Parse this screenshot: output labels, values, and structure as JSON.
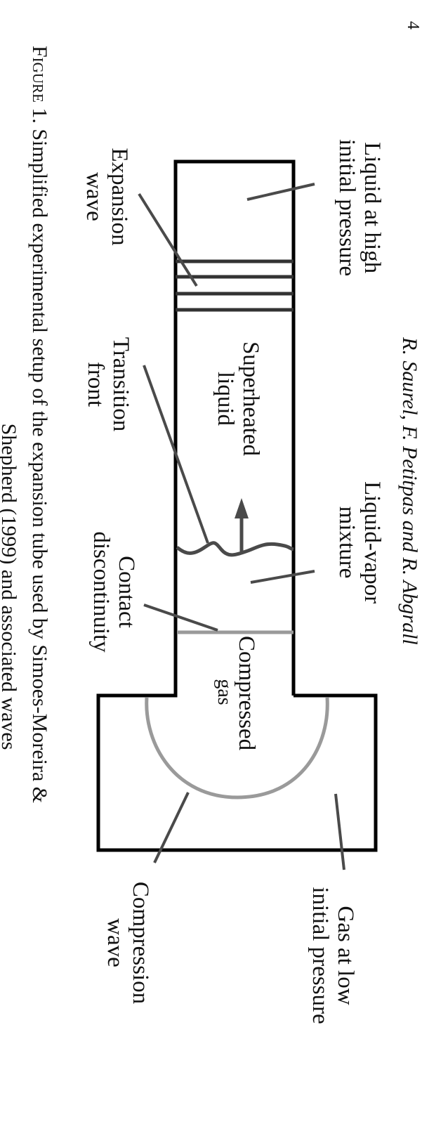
{
  "page": {
    "number": "4",
    "running_header": "R. Saurel, F. Petitpas and R. Abgrall",
    "orientation": "rotated 90 degrees clockwise"
  },
  "figure": {
    "labels": {
      "liquid_high_line1": "Liquid at high",
      "liquid_high_line2": "initial pressure",
      "expansion_line1": "Expansion",
      "expansion_line2": "wave",
      "superheated_line1": "Superheated",
      "superheated_line2": "liquid",
      "transition_line1": "Transition",
      "transition_line2": "front",
      "mixture_line1": "Liquid-vapor",
      "mixture_line2": "mixture",
      "contact_line1": "Contact",
      "contact_line2": "discontinuity",
      "compressed_line1": "Compressed",
      "compressed_line2": "gas",
      "gas_low_line1": "Gas at low",
      "gas_low_line2": "initial pressure",
      "compression_line1": "Compression",
      "compression_line2": "wave"
    },
    "colors": {
      "outline": "#000000",
      "leader": "#4a4a4a",
      "wave_gray": "#9a9a9a",
      "expansion_lines": "#333333"
    }
  },
  "caption": {
    "prefix": "Figure",
    "number": "1.",
    "line1": "Simplified experimental setup of the expansion tube used by Simoes-Moreira &",
    "line2": "Shepherd (1999) and associated waves"
  }
}
